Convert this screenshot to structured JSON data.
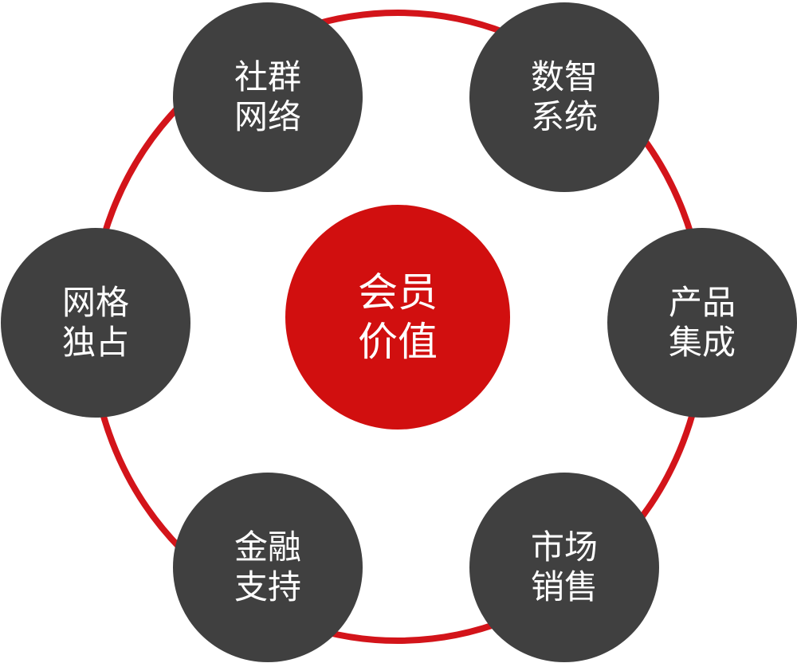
{
  "colors": {
    "ring": "#d3141a",
    "center": "#d10f0f",
    "node": "#404040",
    "text": "#ffffff"
  },
  "center": {
    "line1": "会员",
    "line2": "价值"
  },
  "nodes": [
    {
      "line1": "社群",
      "line2": "网络"
    },
    {
      "line1": "数智",
      "line2": "系统"
    },
    {
      "line1": "产品",
      "line2": "集成"
    },
    {
      "line1": "市场",
      "line2": "销售"
    },
    {
      "line1": "金融",
      "line2": "支持"
    },
    {
      "line1": "网格",
      "line2": "独占"
    }
  ]
}
